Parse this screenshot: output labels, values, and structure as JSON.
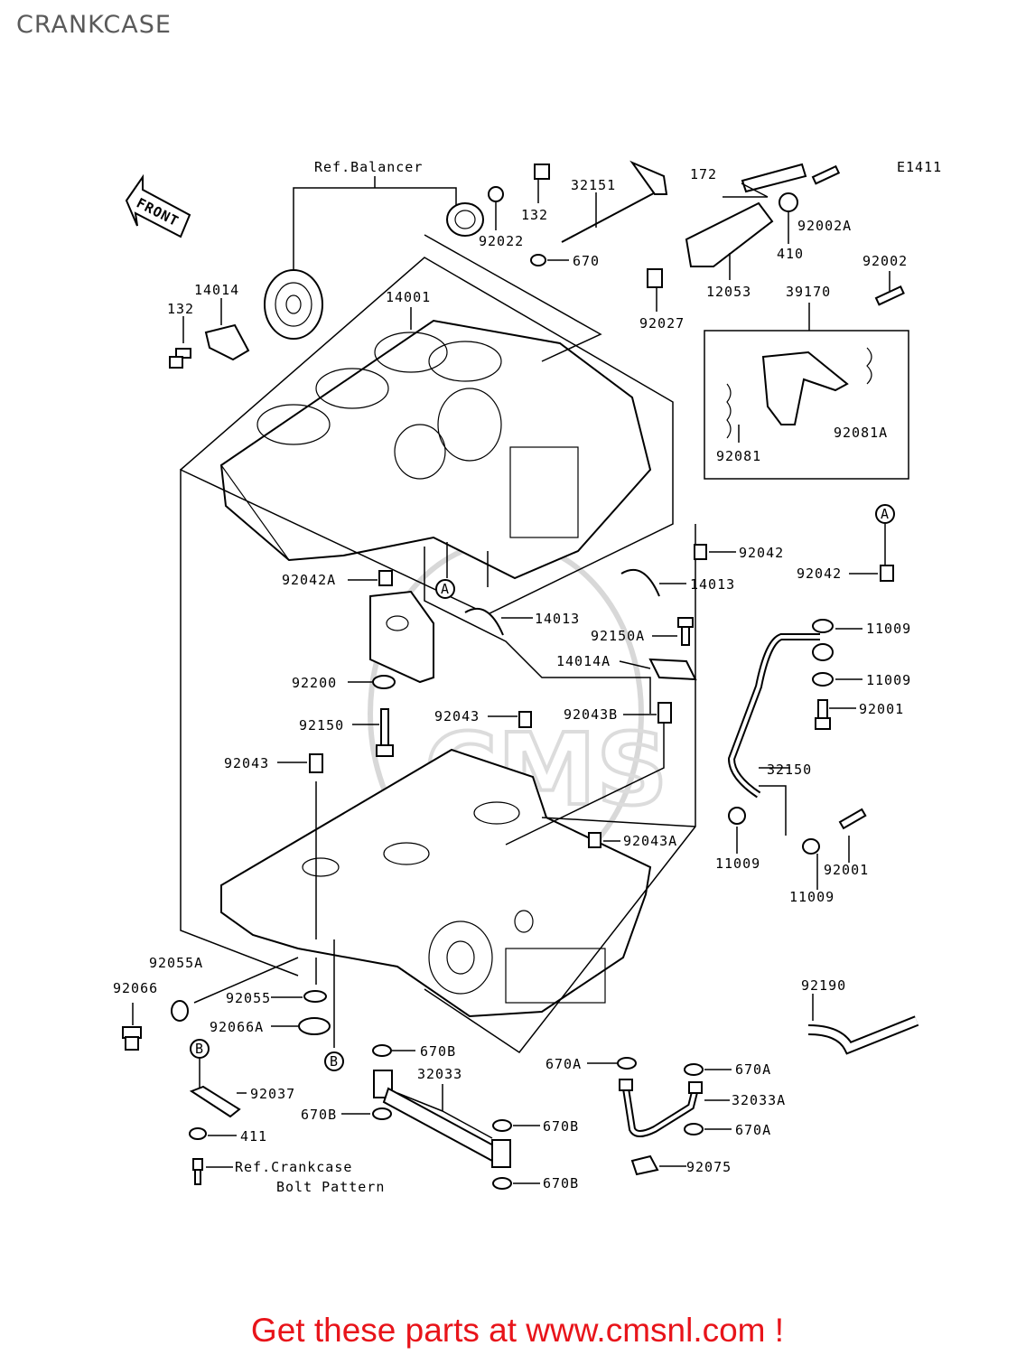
{
  "title": "CRANKCASE",
  "promo_text": "Get these parts at www.cmsnl.com !",
  "promo_color": "#e8141a",
  "diagram_code": "E1411",
  "front_marker": "FRONT",
  "references": {
    "balancer": "Ref.Balancer",
    "bolt_pattern_line1": "Ref.Crankcase",
    "bolt_pattern_line2": "Bolt Pattern"
  },
  "markers": {
    "a": "A",
    "b": "B"
  },
  "watermark": "CMS",
  "parts": [
    "172",
    "92002A",
    "32151",
    "132",
    "92022",
    "670",
    "410",
    "12053",
    "92027",
    "14014",
    "14001",
    "39170",
    "92002",
    "92081",
    "92081A",
    "92042A",
    "92042",
    "14013",
    "11009",
    "92150A",
    "14014A",
    "92001",
    "92200",
    "92043B",
    "92150",
    "92043",
    "32150",
    "92043A",
    "92055A",
    "92066",
    "92055",
    "92066A",
    "92190",
    "670B",
    "32033",
    "670A",
    "32033A",
    "92037",
    "411",
    "92075"
  ]
}
